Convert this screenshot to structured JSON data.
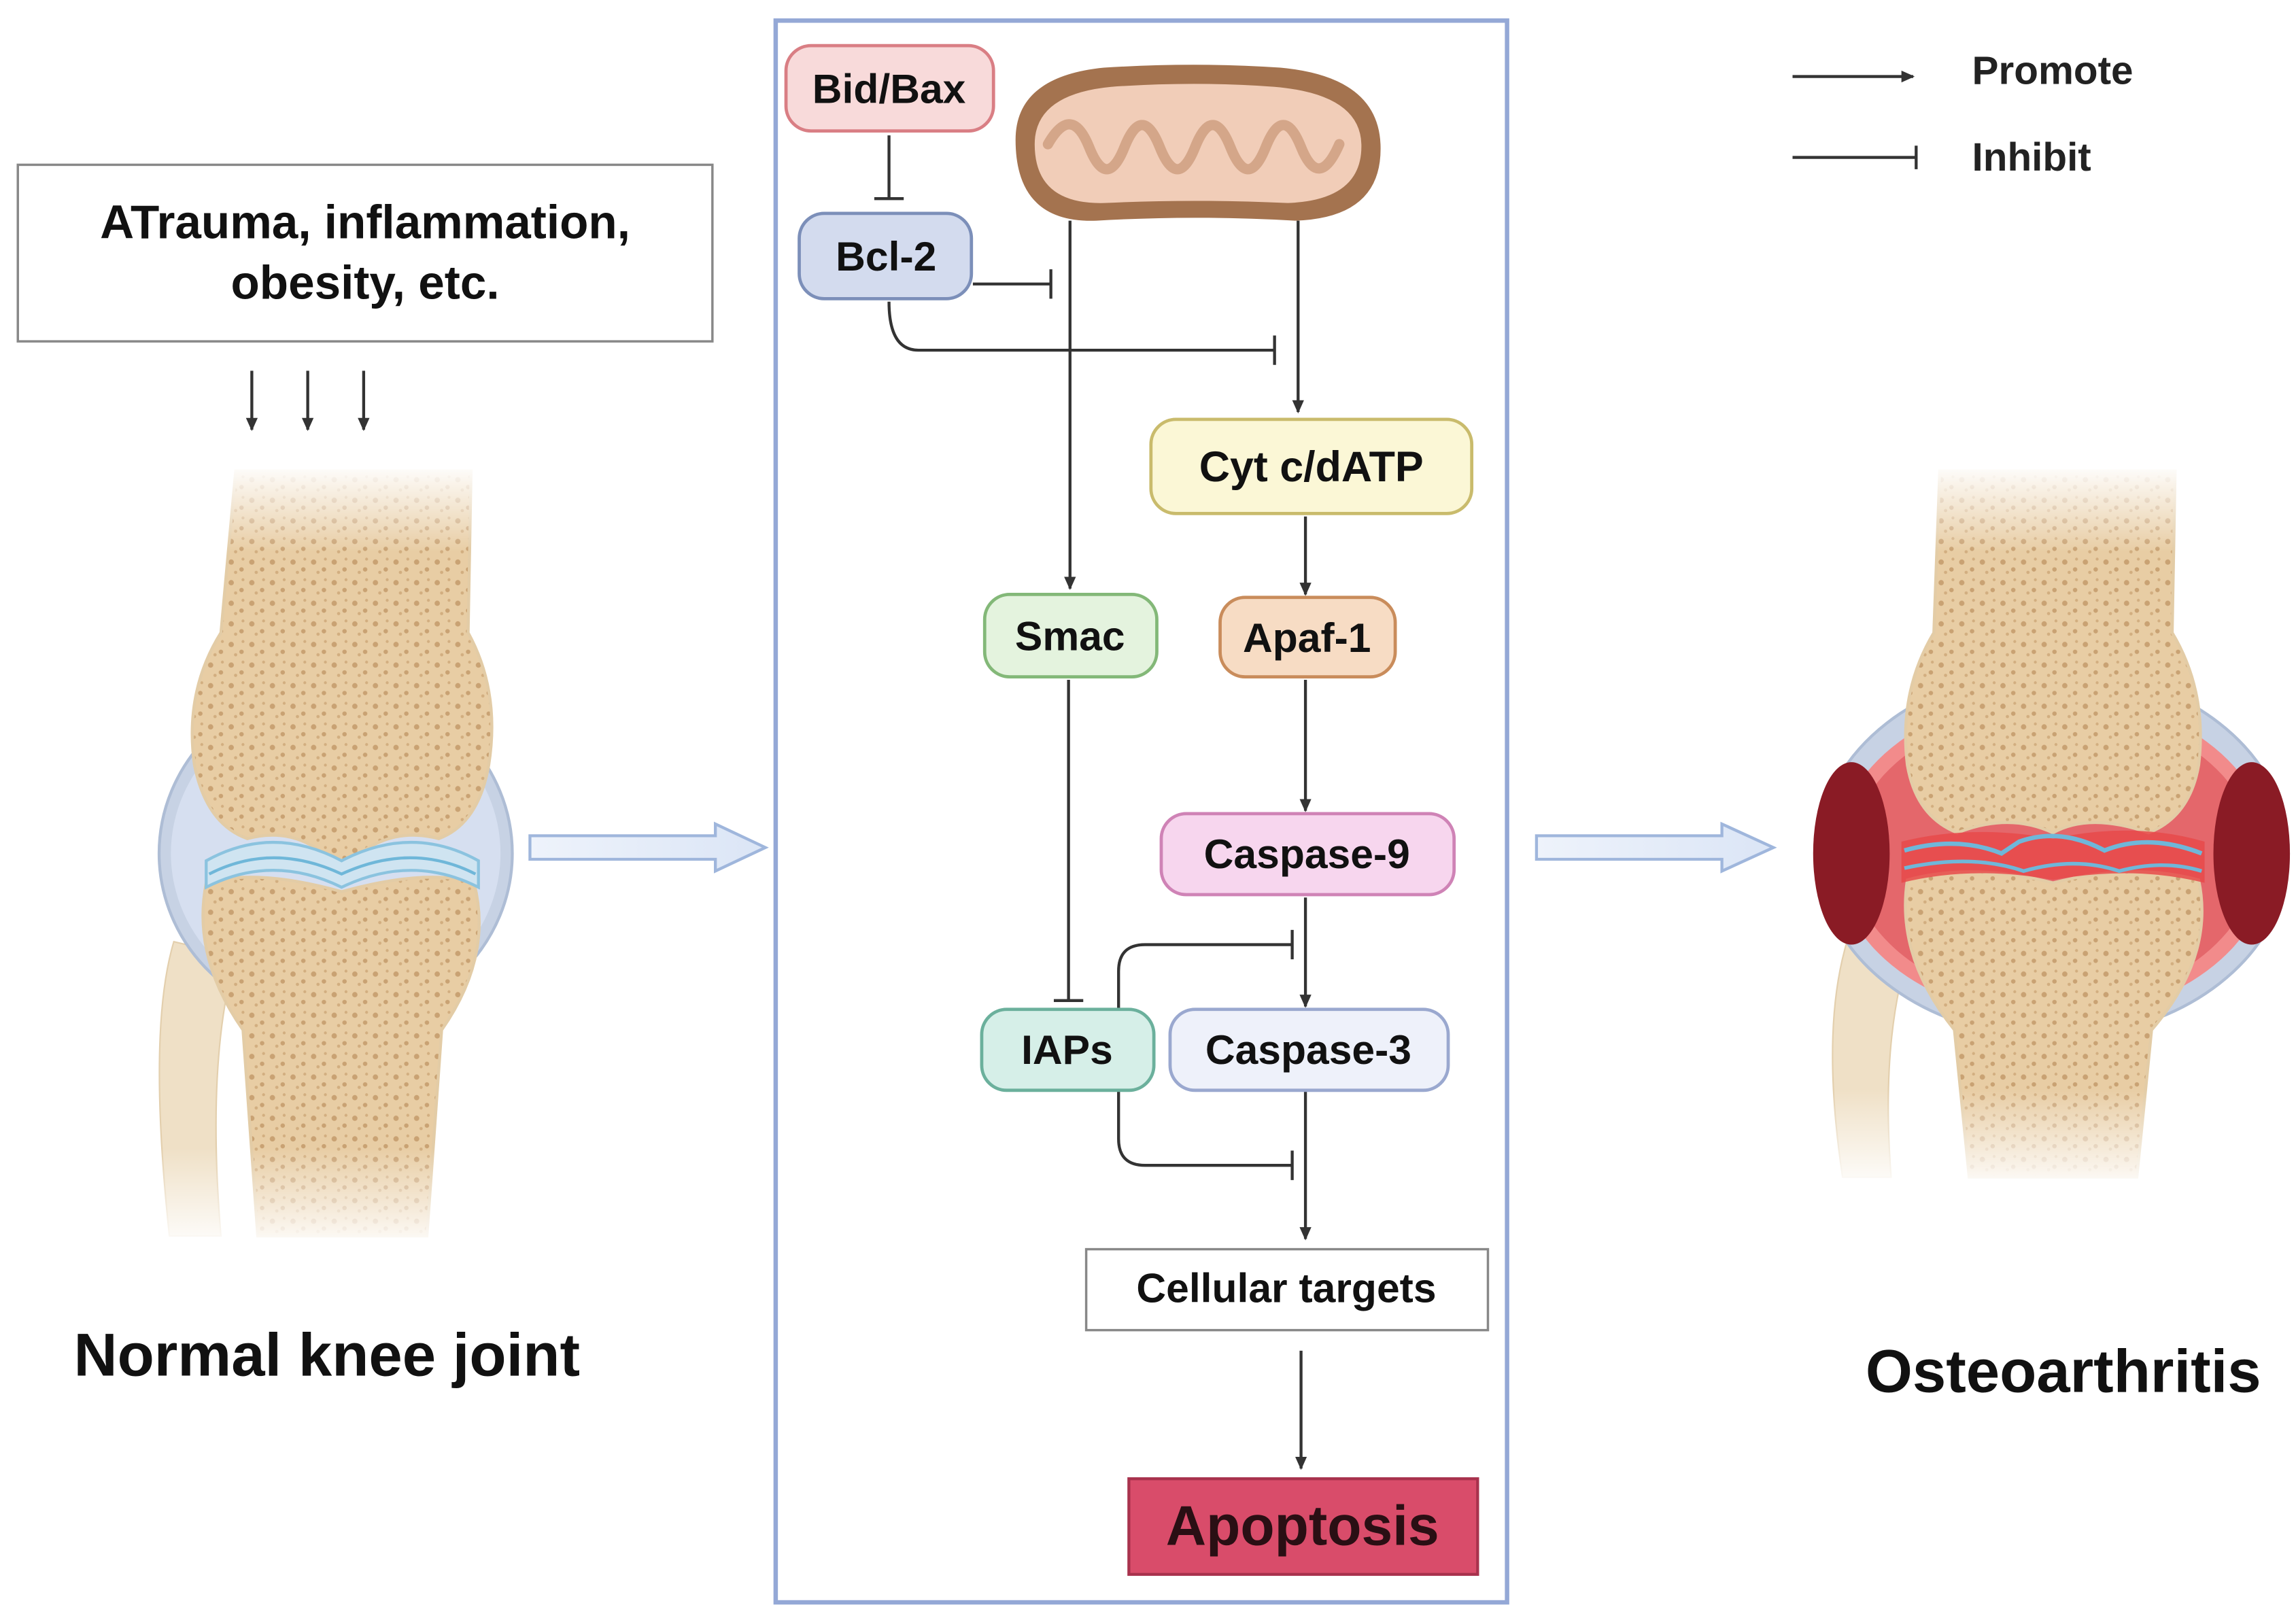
{
  "legend": {
    "promote": "Promote",
    "inhibit": "Inhibit"
  },
  "trigger": {
    "line1": "ATrauma, inflammation,",
    "line2": "obesity, etc."
  },
  "left_caption": "Normal knee joint",
  "right_caption": "Osteoarthritis",
  "nodes": {
    "bid_bax": "Bid/Bax",
    "bcl2": "Bcl-2",
    "cytc": "Cyt c/dATP",
    "smac": "Smac",
    "apaf1": "Apaf-1",
    "casp9": "Caspase-9",
    "iaps": "IAPs",
    "casp3": "Caspase-3",
    "targets": "Cellular targets",
    "apoptosis": "Apoptosis"
  },
  "colors": {
    "pathway_border": "#94a8d6",
    "bid_bax": "#f8dada",
    "bcl2": "#d3dbee",
    "cytc": "#fbf7d6",
    "smac": "#e4f3de",
    "apaf1": "#f7dcc4",
    "casp9": "#f7d6ee",
    "iaps": "#d6efe8",
    "casp3": "#eef1fa",
    "apoptosis": "#d94c6a",
    "bone": "#ead3b0",
    "mito": "#a4734f"
  }
}
